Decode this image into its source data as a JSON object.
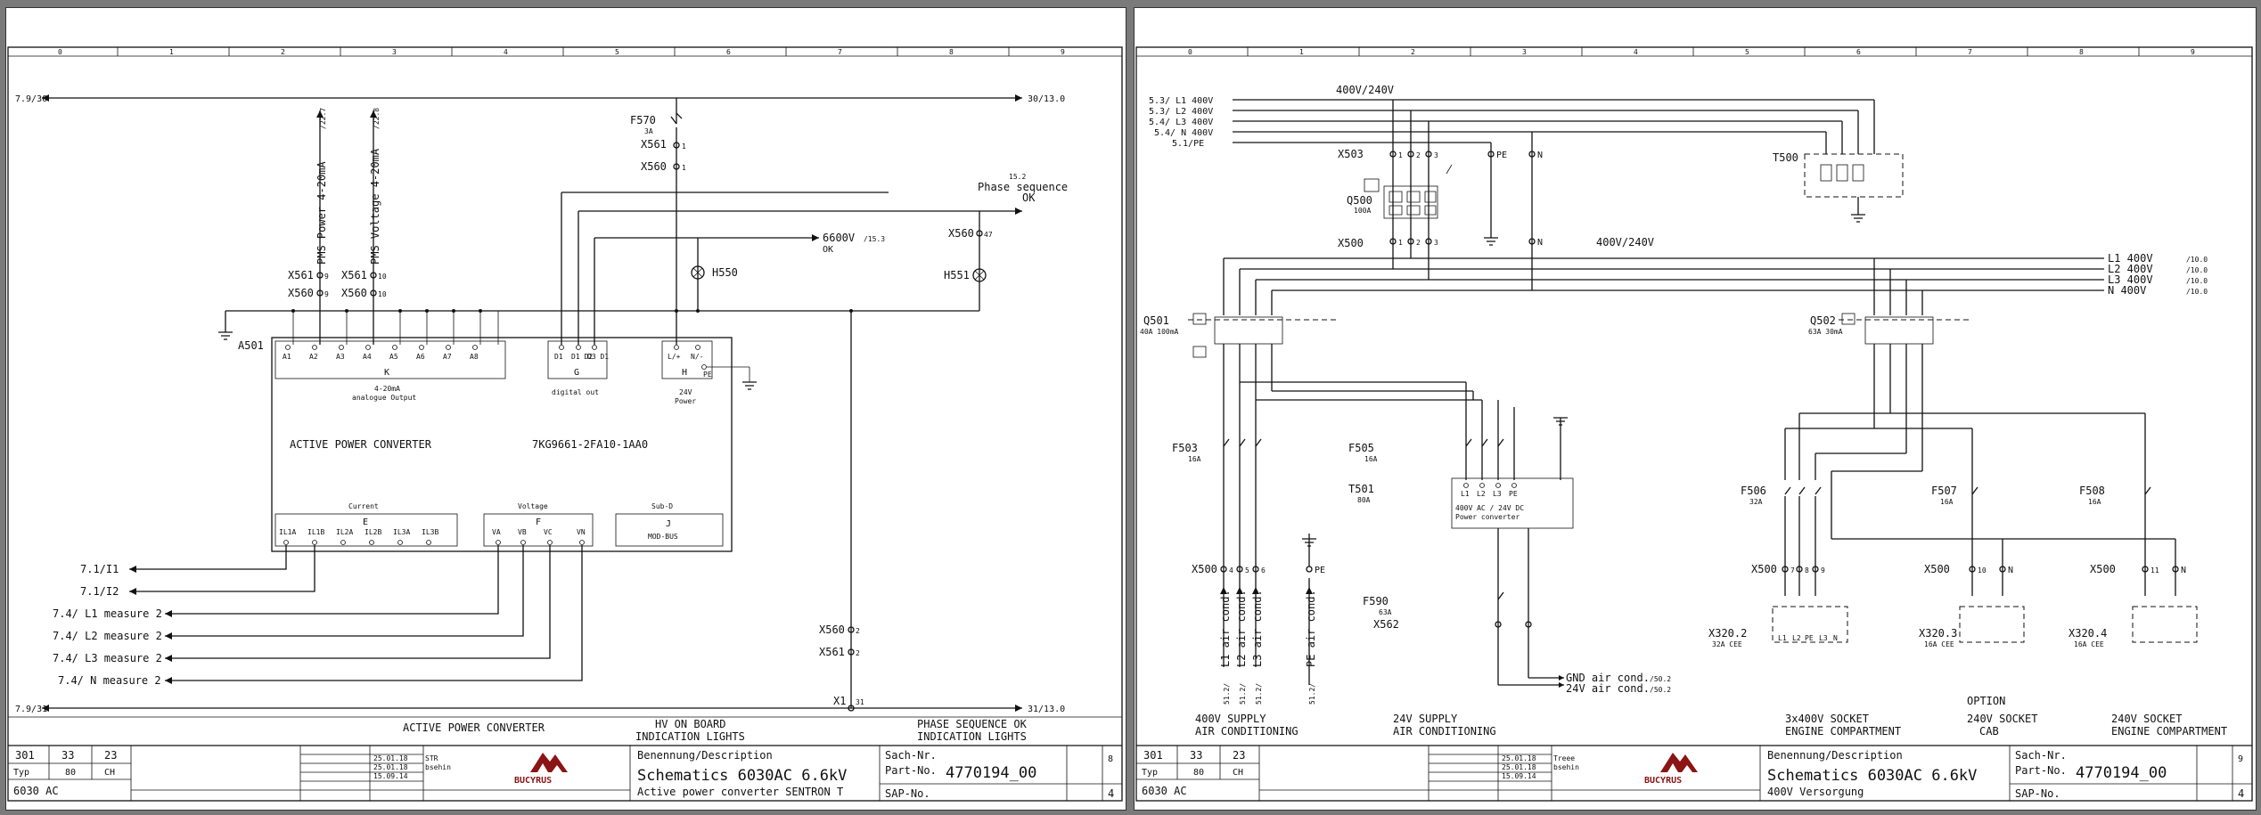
{
  "left": {
    "ruler": [
      "0",
      "1",
      "2",
      "3",
      "4",
      "5",
      "6",
      "7",
      "8",
      "9"
    ],
    "bus_top_left": "7.9/30",
    "bus_top_right": "30/13.0",
    "bus_bottom_left": "7.9/31",
    "bus_bottom_right": "31/13.0",
    "fuse_f570": "F570",
    "fuse_f570_rating": "3A",
    "term_x561_1": "X561",
    "term_x560_1": "X560",
    "term_x561_9": "X561",
    "term_x560_9": "X560",
    "term_x561_10": "X561",
    "term_x560_10": "X560",
    "pin_9": "9",
    "pin_10": "10",
    "pin_1": "1",
    "pms_power": "PMS Power 4-20mA",
    "pms_power_ref": "/22.7",
    "pms_voltage": "PMS Voltage 4-20mA",
    "pms_voltage_ref": "/22.8",
    "phase_ref": "15.2",
    "phase_label": "Phase sequence",
    "phase_ok": "OK",
    "ok6600": "6600V",
    "ok6600_ref": "/15.3",
    "ok6600_sub": "OK",
    "x560_47": "X560",
    "pin_47": "47",
    "lamp_h550": "H550",
    "lamp_h551": "H551",
    "device_a501": "A501",
    "k_pins": [
      "A1",
      "A2",
      "A3",
      "A4",
      "A5",
      "A6",
      "A7",
      "A8"
    ],
    "k_letter": "K",
    "k_desc1": "4-20mA",
    "k_desc2": "analogue Output",
    "g_pins": [
      "D1",
      "D1 D2",
      "D3 D1"
    ],
    "g_letter": "G",
    "g_desc": "digital out",
    "h_pins": [
      "L/+",
      "N/-"
    ],
    "h_letter": "H",
    "h_pe": "PE",
    "h_desc1": "24V",
    "h_desc2": "Power",
    "apc_title": "ACTIVE POWER CONVERTER",
    "apc_part": "7KG9661-2FA10-1AA0",
    "current_label": "Current",
    "e_pins": [
      "IL1A",
      "IL1B",
      "IL2A",
      "IL2B",
      "IL3A",
      "IL3B"
    ],
    "e_letter": "E",
    "voltage_label": "Voltage",
    "f_pins": [
      "VA",
      "VB",
      "VC",
      "VN"
    ],
    "f_letter": "F",
    "subd_label": "Sub-D",
    "j_letter": "J",
    "j_desc": "MOD-BUS",
    "i1": "7.1/I1",
    "i2": "7.1/I2",
    "l1m": "7.4/ L1 measure 2",
    "l2m": "7.4/ L2 measure 2",
    "l3m": "7.4/ L3 measure 2",
    "nm": "7.4/ N measure 2",
    "x560_2": "X560",
    "x561_2": "X561",
    "pin_2": "2",
    "x1": "X1",
    "pin_31": "31",
    "foot_apc": "ACTIVE POWER CONVERTER",
    "foot_hv1": "HV ON BOARD",
    "foot_hv2": "INDICATION LIGHTS",
    "foot_ps1": "PHASE SEQUENCE OK",
    "foot_ps2": "INDICATION LIGHTS",
    "tb_desc_head": "Benennung/Description",
    "tb_title": "Schematics 6030AC 6.6kV",
    "tb_sub": "Active power converter SENTRON T",
    "tb_sach": "Sach-Nr.",
    "tb_part": "Part-No.",
    "tb_partno": "4770194_00",
    "tb_sap": "SAP-No.",
    "tb_sheet_no": "8",
    "tb_sheet_total": "4",
    "tb_rev_date": "25.01.18",
    "tb_rev_name": "STR",
    "tb_rev_date2": "25.01.18",
    "tb_rev_name2": "bsehin",
    "tb_rev_date3": "15.09.14",
    "tb_c1": "301",
    "tb_c2": "33",
    "tb_c3": "23",
    "tb_typ": "Typ",
    "tb_80": "80",
    "tb_ch": "CH",
    "tb_model": "6030 AC",
    "brand": "BUCYRUS"
  },
  "right": {
    "ruler": [
      "0",
      "1",
      "2",
      "3",
      "4",
      "5",
      "6",
      "7",
      "8",
      "9"
    ],
    "l1_in": "5.3/ L1 400V",
    "l2_in": "5.3/ L2 400V",
    "l3_in": "5.4/ L3 400V",
    "n_in": "5.4/ N 400V",
    "pe_in": "5.1/PE",
    "v400_240": "400V/240V",
    "v400_240b": "400V/240V",
    "x503": "X503",
    "x503_pins": [
      "1",
      "2",
      "3"
    ],
    "pe": "PE",
    "n": "N",
    "q500": "Q500",
    "q500_rating": "100A",
    "x500_top": "X500",
    "t500": "T500",
    "l1_out": "L1 400V",
    "l2_out": "L2 400V",
    "l3_out": "L3 400V",
    "n_out": "N 400V",
    "out_ref": "/10.0",
    "q501": "Q501",
    "q501_rating": "40A 100mA",
    "q502": "Q502",
    "q502_rating": "63A 30mA",
    "f503": "F503",
    "f503_r": "16A",
    "f505": "F505",
    "f505_r": "16A",
    "f506": "F506",
    "f506_r": "32A",
    "f507": "F507",
    "f507_r": "16A",
    "f508": "F508",
    "f508_r": "16A",
    "t501": "T501",
    "t501_r": "80A",
    "t501_desc1": "400V AC / 24V DC",
    "t501_desc2": "Power converter",
    "t501_pins": [
      "L1",
      "L2",
      "L3",
      "PE"
    ],
    "f590": "F590",
    "f590_r": "63A",
    "x562": "X562",
    "x500_a": "X500",
    "x500_pins_a": [
      "4",
      "5",
      "6"
    ],
    "x500_b": "X500",
    "x500_pins_b": [
      "7",
      "8",
      "9"
    ],
    "x500_c": "X500",
    "x500_c_pin": "10",
    "x500_d": "X500",
    "x500_d_pin": "11",
    "air1": "L1 air cond.",
    "air2": "L2 air cond.",
    "air3": "L3 air cond.",
    "air4": "PE air cond.",
    "air_ref": "51.2/",
    "gnd_air": "GND air cond.",
    "v24_air": "24V air cond.",
    "air_ref2": "/50.2",
    "x320_2": "X320.2",
    "x320_2r": "32A CEE",
    "x320_3": "X320.3",
    "x320_3r": "16A CEE",
    "x320_4": "X320.4",
    "x320_4r": "16A CEE",
    "sock_pins": [
      "L1",
      "L2",
      "PE",
      "L3",
      "N"
    ],
    "foot1a": "400V SUPPLY",
    "foot1b": "AIR CONDITIONING",
    "foot2a": "24V SUPPLY",
    "foot2b": "AIR CONDITIONING",
    "foot3a": "3x400V SOCKET",
    "foot3b": "ENGINE COMPARTMENT",
    "foot4o": "OPTION",
    "foot4a": "240V SOCKET",
    "foot4b": "CAB",
    "foot5a": "240V SOCKET",
    "foot5b": "ENGINE COMPARTMENT",
    "tb_desc_head": "Benennung/Description",
    "tb_title": "Schematics 6030AC 6.6kV",
    "tb_sub": "400V Versorgung",
    "tb_sach": "Sach-Nr.",
    "tb_part": "Part-No.",
    "tb_partno": "4770194_00",
    "tb_sap": "SAP-No.",
    "tb_sheet_no": "9",
    "tb_sheet_total": "4",
    "tb_rev_date": "25.01.18",
    "tb_rev_name": "Treee",
    "tb_rev_date2": "25.01.18",
    "tb_rev_name2": "bsehin",
    "tb_rev_date3": "15.09.14",
    "tb_c1": "301",
    "tb_c2": "33",
    "tb_c3": "23",
    "tb_typ": "Typ",
    "tb_80": "80",
    "tb_ch": "CH",
    "tb_model": "6030 AC",
    "brand": "BUCYRUS"
  }
}
